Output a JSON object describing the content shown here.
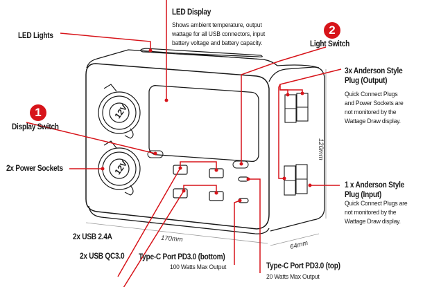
{
  "title": "Portable power station feature diagram",
  "colors": {
    "accent": "#d7141a",
    "outline": "#1a1a1a",
    "dimension": "#999999"
  },
  "labels": {
    "led_display": {
      "title": "LED Display",
      "desc_lines": [
        "Shows ambient temperature, output",
        "wattage for all USB connectors, input",
        "battery voltage and battery capacity."
      ]
    },
    "led_lights": {
      "title": "LED Lights"
    },
    "display_switch": {
      "number": "1",
      "title": "Display Switch"
    },
    "light_switch": {
      "number": "2",
      "title": "Light Switch"
    },
    "power_sockets": {
      "title": "2x Power Sockets",
      "socket_text": "12V"
    },
    "anderson_output": {
      "title_lines": [
        "3x Anderson Style",
        "Plug (Output)"
      ],
      "desc_lines": [
        "Quick Connect Plugs",
        "and Power Sockets are",
        "not monitored by the",
        "Wattage Draw display."
      ]
    },
    "anderson_input": {
      "title_lines": [
        "1 x Anderson Style",
        "Plug (Input)"
      ],
      "desc_lines": [
        "Quick Connect Plugs are",
        "not monitored by the",
        "Wattage Draw display."
      ]
    },
    "usb_24a": {
      "title": "2x USB 2.4A"
    },
    "usb_qc3": {
      "title": "2x USB QC3.0"
    },
    "typec_bottom": {
      "title": "Type-C Port PD3.0 (bottom)",
      "desc": "100 Watts Max Output"
    },
    "typec_top": {
      "title": "Type-C Port PD3.0 (top)",
      "desc": "20 Watts Max Output"
    }
  },
  "dimensions": {
    "width": "170mm",
    "depth": "64mm",
    "height": "120mm"
  }
}
